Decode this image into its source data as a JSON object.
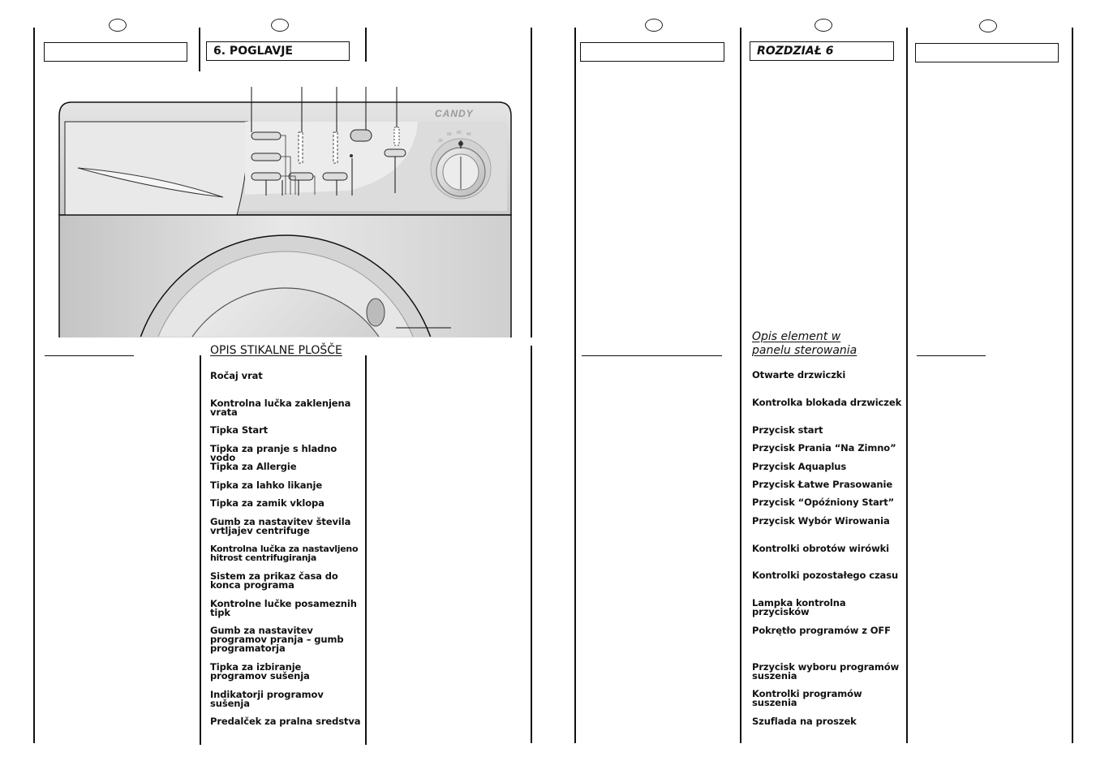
{
  "page_left": {
    "heading": "6. POGLAVJE",
    "subheading": "OPIS STIKALNE PLOŠČE",
    "items": [
      "Ročaj vrat",
      "Kontrolna lučka zaklenjena vrata",
      "Tipka Start",
      "Tipka za pranje s hladno vodo",
      "Tipka za Allergie",
      "Tipka za lahko likanje",
      "Tipka za zamik vklopa",
      "Gumb za nastavitev števila vrtljajev centrifuge",
      "Kontrolna lučka za nastavljeno hitrost centrifugiranja",
      "Sistem za prikaz časa do konca programa",
      "Kontrolne lučke posameznih tipk",
      "Gumb za nastavitev programov pranja – gumb programatorja",
      "Tipka za izbiranje programov sušenja",
      "Indikatorji programov sušenja",
      "Predalček za pralna sredstva"
    ]
  },
  "page_right": {
    "heading": "ROZDZIAŁ 6",
    "subheading": "Opis element w panelu sterowania",
    "items": [
      "Otwarte drzwiczki",
      "Kontrolka blokada drzwiczek",
      "Przycisk start",
      "Przycisk Prania “Na Zimno”",
      "Przycisk Aquaplus",
      "Przycisk Łatwe Prasowanie",
      "Przycisk “Opóźniony Start”",
      "Przycisk Wybór Wirowania",
      "Kontrolki obrotów wirówki",
      "Kontrolki pozostałego czasu",
      "Lampka kontrolna przycisków",
      "Pokrętło programów z OFF",
      "Przycisk wyboru programów suszenia",
      "Kontrolki programów suszenia",
      "Szuflada na proszek"
    ]
  },
  "illustration": {
    "brand": "CANDY",
    "dial_marks": [
      "90",
      "60",
      "40",
      "30"
    ]
  },
  "colors": {
    "line": "#111111",
    "panel_gray": "#d6d6d6",
    "panel_light": "#ececec"
  }
}
